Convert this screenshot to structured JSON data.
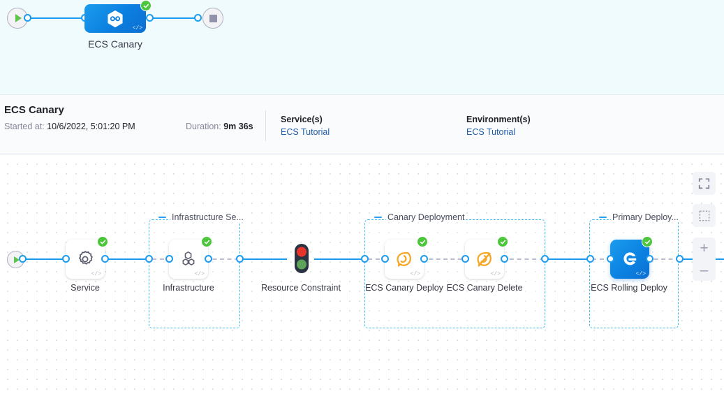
{
  "minimap": {
    "start_icon": "play-icon",
    "stop_icon": "stop-icon",
    "node": {
      "label": "ECS Canary",
      "icon": "harness-hexagon-icon",
      "code_tag": "</>",
      "status": "success"
    }
  },
  "info": {
    "title": "ECS Canary",
    "started_key": "Started at:",
    "started_value": "10/6/2022, 5:01:20 PM",
    "duration_key": "Duration:",
    "duration_value": "9m 36s",
    "services_header": "Service(s)",
    "services_value": "ECS Tutorial",
    "environments_header": "Environment(s)",
    "environments_value": "ECS Tutorial"
  },
  "canvas": {
    "start_icon": "play-icon",
    "code_tag": "</>",
    "groups": [
      {
        "label": "Infrastructure Se...",
        "collapse_icon": "minus-icon"
      },
      {
        "label": "Canary Deployment",
        "collapse_icon": "minus-icon"
      },
      {
        "label": "Primary Deploy...",
        "collapse_icon": "minus-icon"
      }
    ],
    "nodes": [
      {
        "label": "Service",
        "icon": "gear-icon",
        "status": "success",
        "selected": false,
        "card": true
      },
      {
        "label": "Infrastructure",
        "icon": "hexagon-cluster-icon",
        "status": "success",
        "selected": false,
        "card": true
      },
      {
        "label": "Resource Constraint",
        "icon": "traffic-light-icon",
        "status": "none",
        "selected": false,
        "card": false
      },
      {
        "label": "ECS Canary Deploy",
        "icon": "ecs-canary-deploy-icon",
        "status": "success",
        "selected": false,
        "card": true
      },
      {
        "label": "ECS Canary Delete",
        "icon": "ecs-canary-delete-icon",
        "status": "success",
        "selected": false,
        "card": true
      },
      {
        "label": "ECS Rolling Deploy",
        "icon": "ecs-rolling-deploy-icon",
        "status": "success",
        "selected": true,
        "card": true
      }
    ],
    "controls": [
      {
        "name": "fit-to-screen-button",
        "icon": "expand-icon"
      },
      {
        "name": "select-area-button",
        "icon": "dashed-square-icon"
      },
      {
        "name": "zoom-in-button",
        "icon": "plus-icon",
        "label": "+"
      },
      {
        "name": "zoom-out-button",
        "icon": "minus-icon",
        "label": "–"
      }
    ]
  },
  "colors": {
    "accent_blue": "#1a9bf0",
    "success_green": "#4dc53c",
    "group_border": "#3dbbf0",
    "link_blue": "#1f5ea8",
    "minimap_bg": "#effbfd"
  }
}
